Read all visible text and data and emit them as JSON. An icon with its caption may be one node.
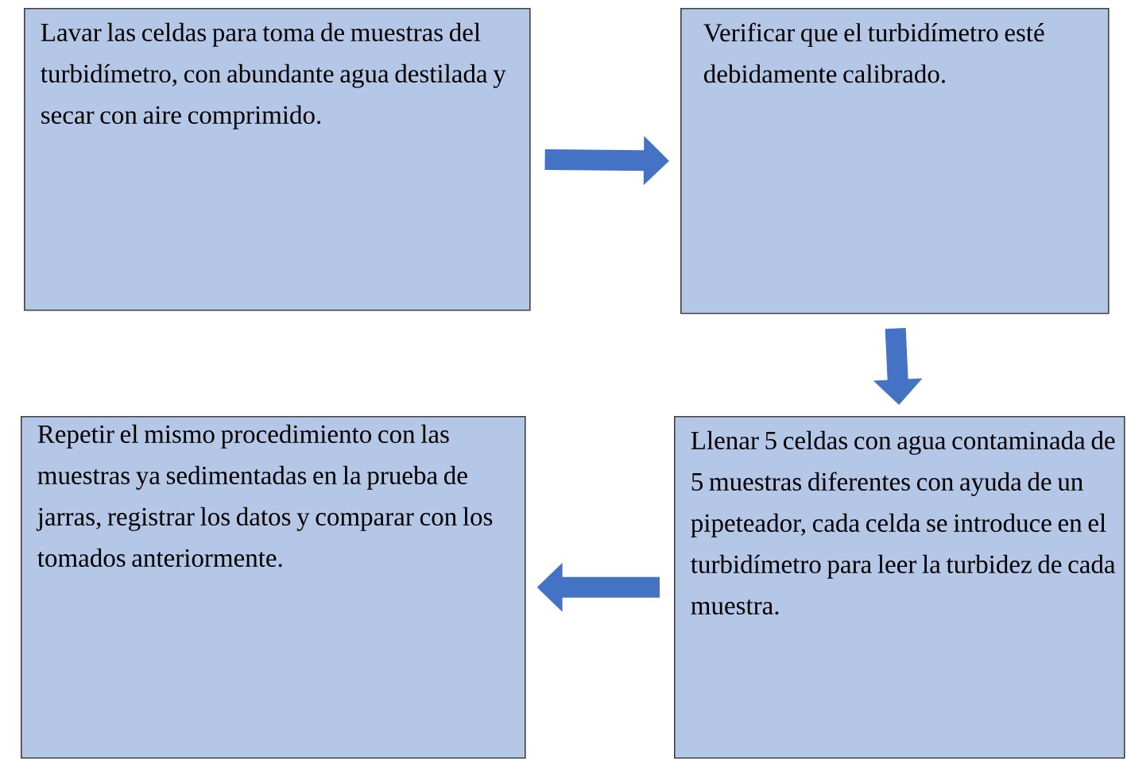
{
  "diagram": {
    "nodes": [
      {
        "text": [
          "Lavar las celdas para toma de muestras del turbidímetro, con abundante agua destilada y secar con aire comprimido."
        ]
      },
      {
        "text": [
          "Verificar que el turbidímetro esté debidamente calibrado."
        ]
      },
      {
        "text": [
          "Llenar 5 celdas con agua contaminada de 5 muestras diferentes con ayuda de un pipeteador, cada celda se introduce en el turbidímetro para leer la turbidez de cada muestra."
        ]
      },
      {
        "text": [
          "Repetir el mismo procedimiento con las muestras ya sedimentadas en la prueba de jarras, registrar los datos y comparar con los tomados anteriormente."
        ]
      }
    ],
    "edges": [
      {
        "from": 0,
        "to": 1,
        "arrow": "to"
      },
      {
        "from": 1,
        "to": 2,
        "arrow": "to"
      },
      {
        "from": 2,
        "to": 3,
        "arrow": "to"
      }
    ]
  }
}
